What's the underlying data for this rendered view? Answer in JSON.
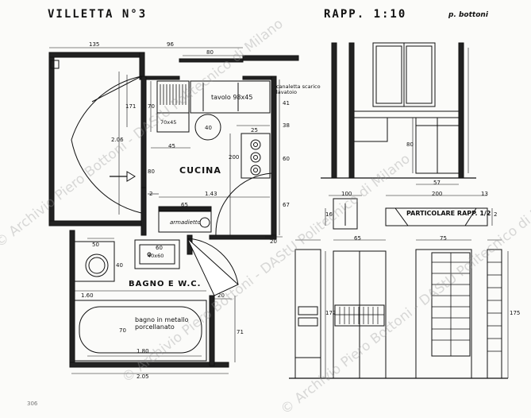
{
  "header": {
    "title": "VILLETTA N°3",
    "scale": "RAPP. 1:10",
    "author": "p. bottoni"
  },
  "plan": {
    "rooms": {
      "kitchen": "CUCINA",
      "bathroom": "BAGNO E W.C."
    },
    "labels": {
      "table": "tavolo 98x45",
      "drain": "canaletta scarico lavatoio",
      "sink_kitchen": "70x45",
      "cabinet": "armadietto",
      "washbasin": "40x60",
      "bathtub": "bagno in metallo porcellanato"
    },
    "dimensions": {
      "top_left": "135",
      "top_mid": "96",
      "top_80": "80",
      "d_171": "171",
      "d_206": "2.06",
      "d_70": "70",
      "d_40": "40",
      "d_45": "45",
      "d_25": "25",
      "d_200": "200",
      "d_41": "41",
      "d_38": "38",
      "d_60": "60",
      "d_67": "67",
      "d_80": "80",
      "d_143": "1.43",
      "d_65": "65",
      "d_2": "2",
      "d_20": "20",
      "d_50": "50",
      "d_40b": "40",
      "d_60b": "60",
      "d_160": "1.60",
      "d_70b": "70",
      "d_180": "1.80",
      "d_71": "71",
      "d_205": "2.05",
      "d_20b": "20"
    }
  },
  "elevations": {
    "detail_label": "PARTICOLARE RAPP. 1/2",
    "dimensions": {
      "e_80": "80",
      "e_57": "57",
      "e_100": "100",
      "e_200": "200",
      "e_13": "13",
      "e_65": "65",
      "e_75": "75",
      "e_172": "172",
      "e_175": "175",
      "e_16": "16",
      "e_2": "2"
    }
  },
  "footer": {
    "page_mark": "306"
  },
  "watermark": {
    "text": "© Archivio Piero Bottoni - DAStU Politecnico di Milano"
  }
}
